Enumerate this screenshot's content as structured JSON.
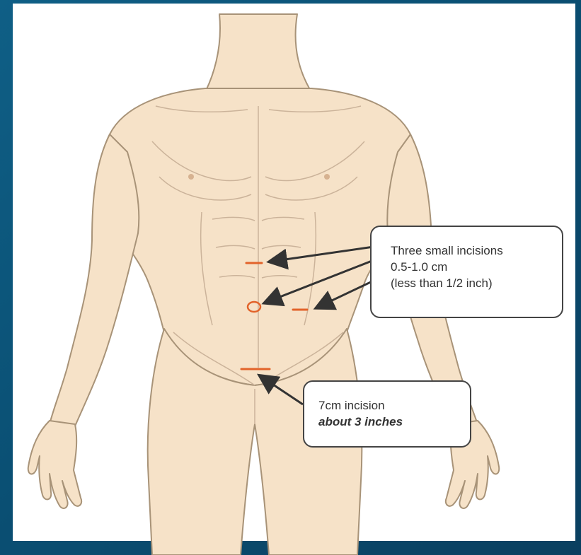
{
  "callouts": {
    "small_incisions": {
      "line1": "Three small incisions",
      "line2": "0.5-1.0 cm",
      "line3": "(less than 1/2 inch)"
    },
    "large_incision": {
      "line1": "7cm incision",
      "line2": "about 3 inches"
    }
  },
  "colors": {
    "background": "#0a4f73",
    "panel": "#ffffff",
    "skin": "#f6e2c8",
    "outline": "#a89378",
    "incision": "#e2632a",
    "arrow": "#333333"
  }
}
